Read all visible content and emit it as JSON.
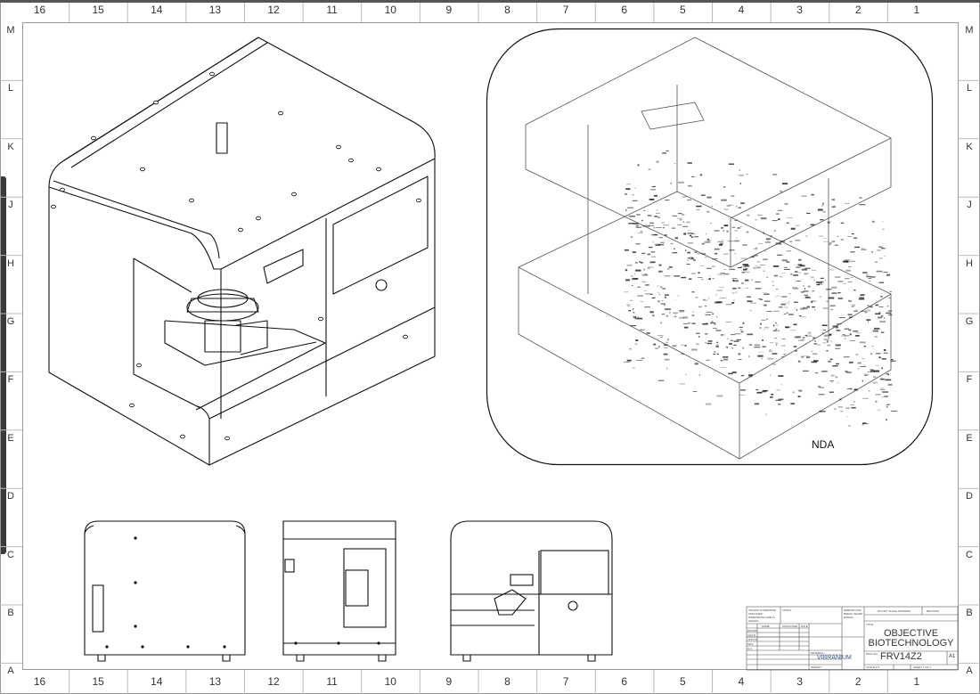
{
  "sheet": {
    "columns": [
      "16",
      "15",
      "14",
      "13",
      "12",
      "11",
      "10",
      "9",
      "8",
      "7",
      "6",
      "5",
      "4",
      "3",
      "2",
      "1"
    ],
    "rows": [
      "M",
      "L",
      "K",
      "J",
      "H",
      "G",
      "F",
      "E",
      "D",
      "C",
      "B",
      "A"
    ]
  },
  "views": {
    "nda_label": "NDA"
  },
  "title_block": {
    "dims_note": "UNLESS OTHERWISE SPECIFIED: DIMENSIONS ARE IN INCHES",
    "finish_label": "FINISH:",
    "deburr_label": "DEBURR AND BREAK SHARP EDGES",
    "do_not_scale": "DO NOT SCALE DRAWING",
    "revision_label": "REVISION",
    "col_headers": [
      "NAME",
      "SIGNATURE",
      "DATE"
    ],
    "row_labels": [
      "DRAWN",
      "CHK'D",
      "APPV'D",
      "MFG",
      "Q.A"
    ],
    "title_label": "TITLE:",
    "title_line1": "OBJECTIVE",
    "title_line2": "BIOTECHNOLOGY",
    "material_label": "MATERIAL:",
    "material": "VIBRANIUM",
    "dwg_no_label": "DWG NO.",
    "dwg_no": "FRV14Z2",
    "size": "A1",
    "weight_label": "WEIGHT:",
    "scale_label": "SCALE:1:5",
    "sheet_label": "SHEET 1 OF 1"
  }
}
